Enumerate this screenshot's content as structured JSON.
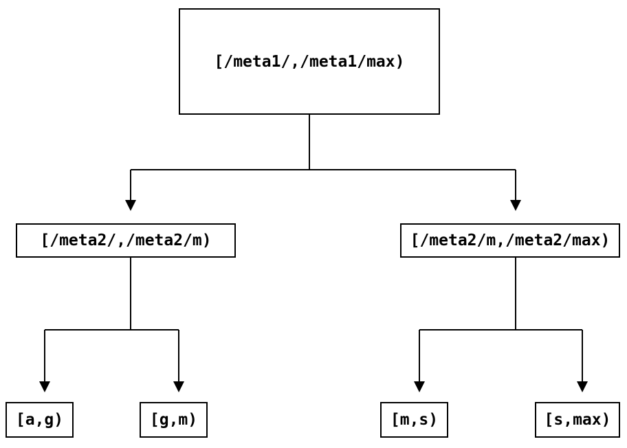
{
  "diagram": {
    "type": "tree",
    "background_color": "#ffffff",
    "line_color": "#000000",
    "text_color": "#000000",
    "nodes": [
      {
        "id": "root",
        "label": "[/meta1/,/meta1/max)"
      },
      {
        "id": "left",
        "label": "[/meta2/,/meta2/m)"
      },
      {
        "id": "right",
        "label": "[/meta2/m,/meta2/max)"
      },
      {
        "id": "leaf-ag",
        "label": "[a,g)"
      },
      {
        "id": "leaf-gm",
        "label": "[g,m)"
      },
      {
        "id": "leaf-ms",
        "label": "[m,s)"
      },
      {
        "id": "leaf-smax",
        "label": "[s,max)"
      }
    ],
    "edges": [
      {
        "from": "root",
        "to": "left"
      },
      {
        "from": "root",
        "to": "right"
      },
      {
        "from": "left",
        "to": "leaf-ag"
      },
      {
        "from": "left",
        "to": "leaf-gm"
      },
      {
        "from": "right",
        "to": "leaf-ms"
      },
      {
        "from": "right",
        "to": "leaf-smax"
      }
    ]
  }
}
